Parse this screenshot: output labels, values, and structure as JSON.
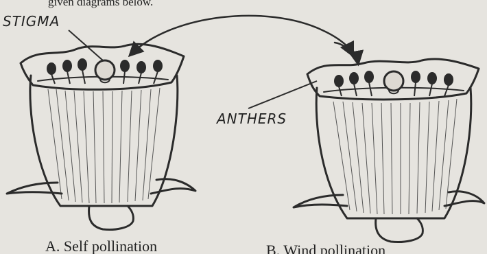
{
  "intro_text": "given diagrams below.",
  "labels": {
    "stigma": "STIGMA",
    "anthers": "ANTHERS"
  },
  "captions": {
    "a": "A. Self pollination",
    "b": "B. Wind pollination"
  },
  "icons": {
    "flower_a": "flower-cup-icon",
    "flower_b": "flower-cup-icon"
  },
  "colors": {
    "paper": "#e6e4df",
    "ink": "#2b2b2b"
  }
}
